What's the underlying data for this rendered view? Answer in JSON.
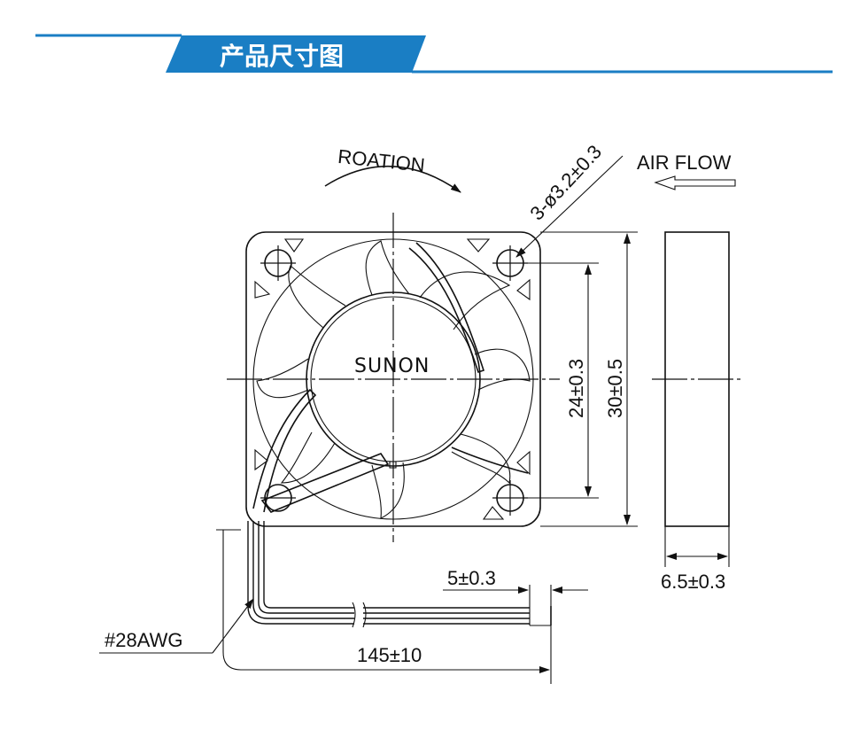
{
  "header": {
    "title": "产品尺寸图",
    "accent_color": "#1a7ec4"
  },
  "drawing": {
    "rotation_label": "ROATION",
    "airflow_label": "AIR FLOW",
    "hole_callout": "3-ø3.2±0.3",
    "brand": "SUNON",
    "dim_hole_spacing": "24±0.3",
    "dim_overall": "30±0.5",
    "dim_thickness": "6.5±0.3",
    "dim_strip": "5±0.3",
    "dim_lead_length": "145±10",
    "wire_gauge": "#28AWG"
  }
}
